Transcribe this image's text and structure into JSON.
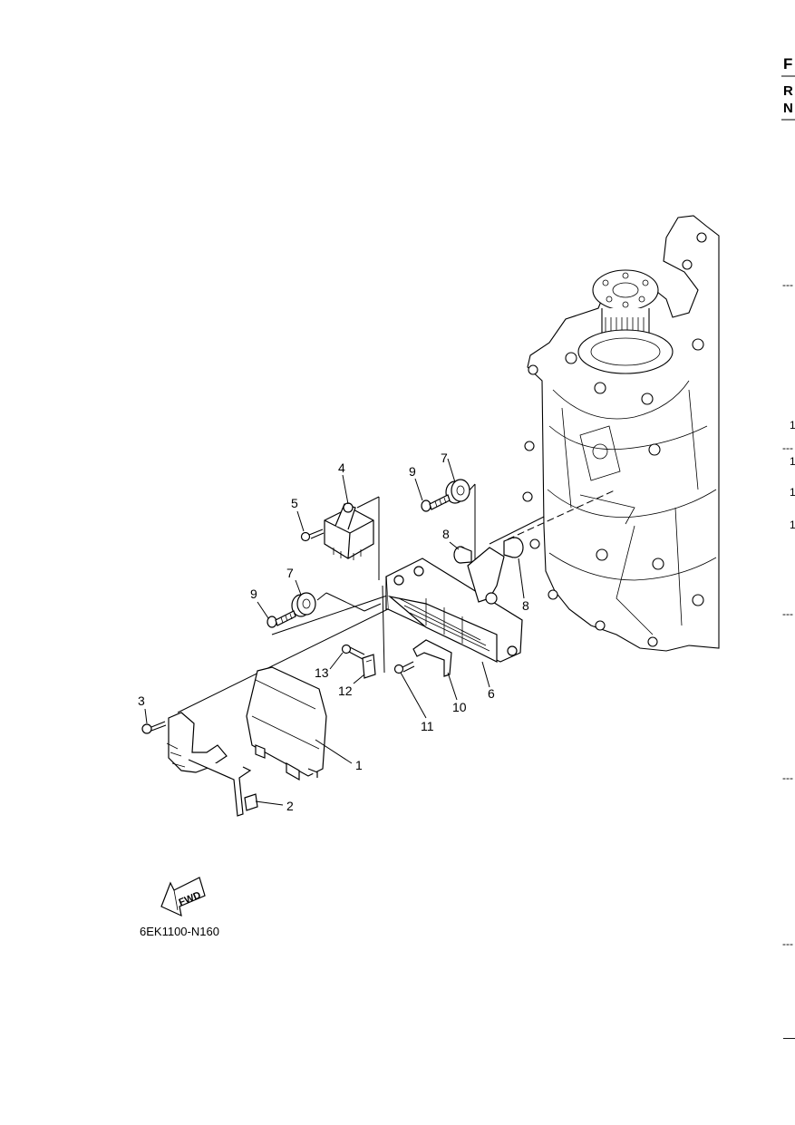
{
  "callouts": {
    "c1": "1",
    "c2": "2",
    "c3": "3",
    "c4": "4",
    "c5": "5",
    "c6": "6",
    "c7a": "7",
    "c7b": "7",
    "c8a": "8",
    "c8b": "8",
    "c9a": "9",
    "c9b": "9",
    "c10": "10",
    "c11": "11",
    "c12": "12",
    "c13": "13"
  },
  "figure_id": "6EK1100-N160",
  "fwd_label": "FWD",
  "right_edge": {
    "header": [
      "F",
      "R",
      "N"
    ],
    "numbers": [
      "1",
      "1",
      "1",
      "1"
    ],
    "dashes": [
      "---",
      "---",
      "---",
      "---",
      "---",
      "---"
    ],
    "dash_bottom": "—"
  }
}
